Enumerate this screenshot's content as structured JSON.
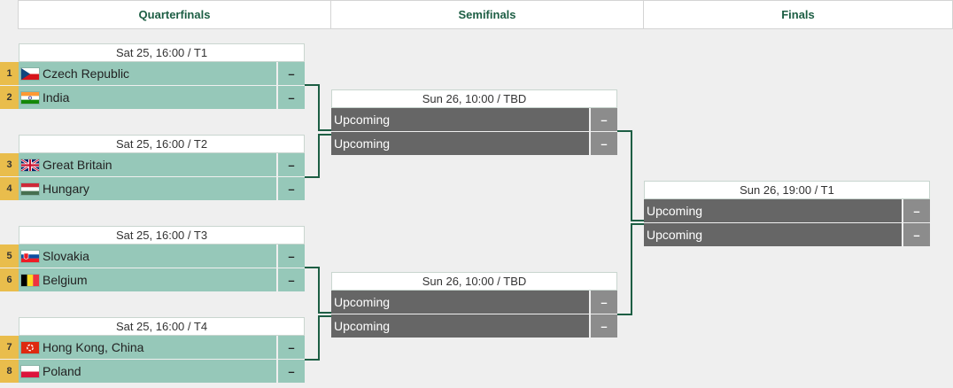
{
  "rounds": [
    "Quarterfinals",
    "Semifinals",
    "Finals"
  ],
  "quarterfinals": [
    {
      "info": "Sat 25, 16:00 / T1",
      "teams": [
        {
          "seed": "1",
          "name": "Czech Republic",
          "score": "–",
          "flag": "czech-flag-icon"
        },
        {
          "seed": "2",
          "name": "India",
          "score": "–",
          "flag": "india-flag-icon"
        }
      ]
    },
    {
      "info": "Sat 25, 16:00 / T2",
      "teams": [
        {
          "seed": "3",
          "name": "Great Britain",
          "score": "–",
          "flag": "uk-flag-icon"
        },
        {
          "seed": "4",
          "name": "Hungary",
          "score": "–",
          "flag": "hungary-flag-icon"
        }
      ]
    },
    {
      "info": "Sat 25, 16:00 / T3",
      "teams": [
        {
          "seed": "5",
          "name": "Slovakia",
          "score": "–",
          "flag": "slovakia-flag-icon"
        },
        {
          "seed": "6",
          "name": "Belgium",
          "score": "–",
          "flag": "belgium-flag-icon"
        }
      ]
    },
    {
      "info": "Sat 25, 16:00 / T4",
      "teams": [
        {
          "seed": "7",
          "name": "Hong Kong, China",
          "score": "–",
          "flag": "hongkong-flag-icon"
        },
        {
          "seed": "8",
          "name": "Poland",
          "score": "–",
          "flag": "poland-flag-icon"
        }
      ]
    }
  ],
  "semifinals": [
    {
      "info": "Sun 26, 10:00 / TBD",
      "teams": [
        {
          "name": "Upcoming",
          "score": "–"
        },
        {
          "name": "Upcoming",
          "score": "–"
        }
      ]
    },
    {
      "info": "Sun 26, 10:00 / TBD",
      "teams": [
        {
          "name": "Upcoming",
          "score": "–"
        },
        {
          "name": "Upcoming",
          "score": "–"
        }
      ]
    }
  ],
  "finals": [
    {
      "info": "Sun 26, 19:00 / T1",
      "teams": [
        {
          "name": "Upcoming",
          "score": "–"
        },
        {
          "name": "Upcoming",
          "score": "–"
        }
      ]
    }
  ],
  "colors": {
    "header_text": "#1d5e44",
    "team_row": "#96c8b9",
    "upcoming_row": "#666666",
    "upcoming_score": "#8c8c8c",
    "seed": "#e9bd4c",
    "connector": "#1d5e44"
  }
}
